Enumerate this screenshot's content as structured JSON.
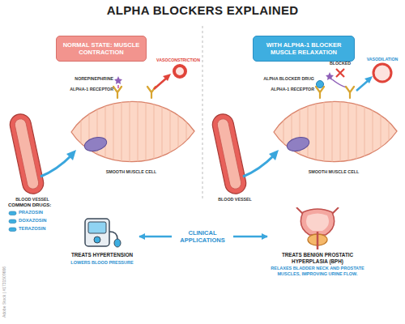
{
  "diagram": {
    "title": "ALPHA BLOCKERS EXPLAINED",
    "nodes": [
      {
        "text": [
          "NORMAL STATE: MUSCLE CONTRACTION"
        ]
      },
      {
        "text": [
          "WITH ALPHA-1 BLOCKER MUSCLE RELAXATION"
        ]
      },
      {
        "text": [
          "CLINICAL APPLICATIONS"
        ]
      },
      {
        "text": [
          "TREATS HYPERTENSION",
          "LOWERS BLOOD PRESSURE"
        ]
      },
      {
        "text": [
          "TREATS BENIGN PROSTATIC HYPERPLASIA (BPH)",
          "RELAXES BLADDER NECK AND PROSTATE MUSCLES, IMPROVING URINE FLOW."
        ]
      }
    ],
    "edges": [
      {
        "from": 2,
        "to": 3,
        "arrow": "to"
      },
      {
        "from": 2,
        "to": 4,
        "arrow": "to"
      }
    ],
    "labels": [
      "NOREPINEPHRINE",
      "ALPHA-1 RECEPTOR",
      "VASOCONSTRICTION",
      "SMOOTH MUSCLE CELL",
      "BLOOD VESSEL",
      "ALPHA BLOCKER DRUG",
      "ALPHA-1 RECEPTOR",
      "BLOCKED",
      "VASODILATION",
      "SMOOTH MUSCLE CELL",
      "BLOOD VESSEL",
      "COMMON DRUGS:",
      "PRAZOSIN",
      "DOXAZOSIN",
      "TERAZOSIN",
      "Adobe Stock | #1731509666"
    ]
  }
}
